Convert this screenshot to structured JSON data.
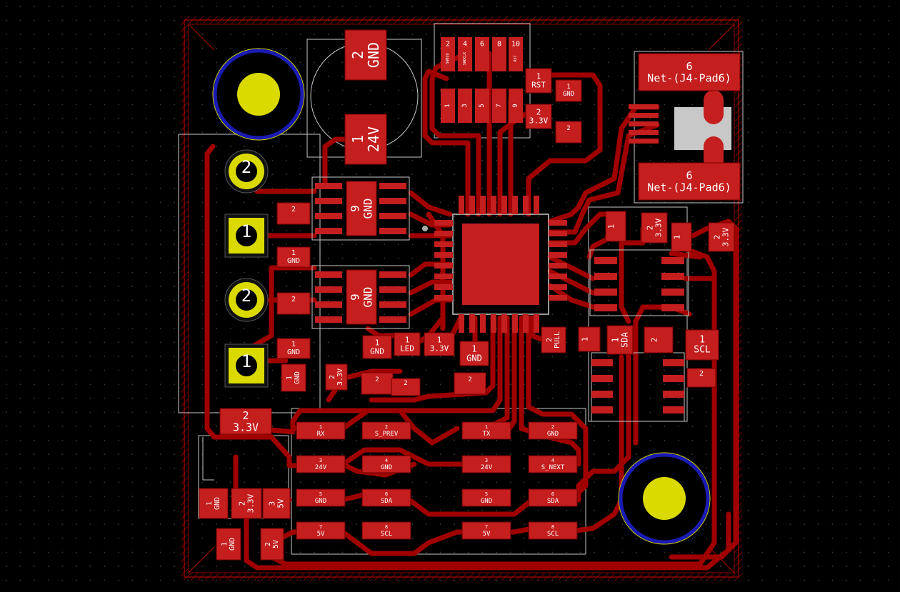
{
  "colors": {
    "background": "#000000",
    "copper": "#a10000",
    "pad": "#c41e1e",
    "silk": "#c8c8c8",
    "yellow": "#dada00",
    "blue": "#1a1ab4",
    "dot": "#3c3c3c"
  },
  "mounting_holes": [
    {
      "id": "hole-tl"
    },
    {
      "id": "hole-br"
    }
  ],
  "tht_pads": [
    {
      "id": "j-a-2",
      "num": "2",
      "round": true
    },
    {
      "id": "j-a-1",
      "num": "1",
      "round": false
    },
    {
      "id": "j-b-2",
      "num": "2",
      "round": true
    },
    {
      "id": "j-b-1",
      "num": "1",
      "round": false
    }
  ],
  "pads": [
    {
      "id": "bat-2",
      "num": "2",
      "net": "GND"
    },
    {
      "id": "bat-1",
      "num": "1",
      "net": "24V"
    },
    {
      "id": "usb-6-top",
      "num": "6",
      "net": "Net-(J4-Pad6)"
    },
    {
      "id": "usb-6-bot",
      "num": "6",
      "net": "Net-(J4-Pad6)"
    },
    {
      "id": "rst-1",
      "num": "1",
      "net": "RST"
    },
    {
      "id": "rst-gnd",
      "num": "1",
      "net": "GND"
    },
    {
      "id": "pwr-33-2",
      "num": "2",
      "net": "3.3V"
    },
    {
      "id": "pwr-2b",
      "num": "2",
      "net": ""
    },
    {
      "id": "d1-9",
      "num": "9",
      "net": "GND"
    },
    {
      "id": "d2-9",
      "num": "9",
      "net": "GND"
    },
    {
      "id": "gnd-l1",
      "num": "1",
      "net": "GND"
    },
    {
      "id": "gnd-l2",
      "num": "1",
      "net": "GND"
    },
    {
      "id": "gnd-l3",
      "num": "1",
      "net": "GND"
    },
    {
      "id": "r-l1",
      "num": "2",
      "net": ""
    },
    {
      "id": "r-l2",
      "num": "2",
      "net": ""
    },
    {
      "id": "gnd-b1",
      "num": "1",
      "net": "GND"
    },
    {
      "id": "led-1",
      "num": "1",
      "net": "LED"
    },
    {
      "id": "v33-b1",
      "num": "1",
      "net": "3.3V"
    },
    {
      "id": "gnd-b2",
      "num": "1",
      "net": "GND"
    },
    {
      "id": "pull-2",
      "num": "2",
      "net": "PULL"
    },
    {
      "id": "c33-l",
      "num": "2",
      "net": "3.3V"
    },
    {
      "id": "reg-33",
      "num": "2",
      "net": "3.3V"
    },
    {
      "id": "r-row1",
      "num": "2",
      "net": ""
    },
    {
      "id": "r-row2",
      "num": "2",
      "net": ""
    },
    {
      "id": "r-row3",
      "num": "2",
      "net": ""
    },
    {
      "id": "rr-1a",
      "num": "1",
      "net": ""
    },
    {
      "id": "rr-33a",
      "num": "2",
      "net": "3.3V"
    },
    {
      "id": "rr-1b",
      "num": "1",
      "net": ""
    },
    {
      "id": "rr-33b",
      "num": "2",
      "net": "3.3V"
    },
    {
      "id": "i2c-1",
      "num": "1",
      "net": ""
    },
    {
      "id": "sda-1",
      "num": "1",
      "net": "SDA"
    },
    {
      "id": "i2c-2",
      "num": "2",
      "net": ""
    },
    {
      "id": "scl-1",
      "num": "1",
      "net": "SCL"
    },
    {
      "id": "i2c-r2",
      "num": "2",
      "net": ""
    },
    {
      "id": "hdr-gnd",
      "num": "1",
      "net": "GND"
    },
    {
      "id": "hdr-33",
      "num": "2",
      "net": "3.3V"
    },
    {
      "id": "hdr-5",
      "num": "3",
      "net": "5V"
    },
    {
      "id": "bot-gnd",
      "num": "1",
      "net": "GND"
    },
    {
      "id": "bot-5v",
      "num": "2",
      "net": "5V"
    }
  ],
  "header_left": [
    {
      "num": "1",
      "net": "RX"
    },
    {
      "num": "2",
      "net": "S_PREV"
    },
    {
      "num": "3",
      "net": "24V"
    },
    {
      "num": "4",
      "net": "GND"
    },
    {
      "num": "5",
      "net": "GND"
    },
    {
      "num": "6",
      "net": "SDA"
    },
    {
      "num": "7",
      "net": "5V"
    },
    {
      "num": "8",
      "net": "SCL"
    }
  ],
  "header_right": [
    {
      "num": "1",
      "net": "TX"
    },
    {
      "num": "2",
      "net": "GND"
    },
    {
      "num": "3",
      "net": "24V"
    },
    {
      "num": "4",
      "net": "S_NEXT"
    },
    {
      "num": "5",
      "net": "GND"
    },
    {
      "num": "6",
      "net": "SDA"
    },
    {
      "num": "7",
      "net": "5V"
    },
    {
      "num": "8",
      "net": "SCL"
    }
  ],
  "top_row_upper": [
    {
      "num": "2",
      "net": "SWDIO"
    },
    {
      "num": "4",
      "net": "SWDCLK"
    },
    {
      "num": "6",
      "net": ""
    },
    {
      "num": "8",
      "net": ""
    },
    {
      "num": "10",
      "net": "RST"
    }
  ],
  "top_row_lower": [
    {
      "num": "1",
      "net": ""
    },
    {
      "num": "3",
      "net": ""
    },
    {
      "num": "5",
      "net": ""
    },
    {
      "num": "7",
      "net": ""
    },
    {
      "num": "9",
      "net": ""
    }
  ]
}
